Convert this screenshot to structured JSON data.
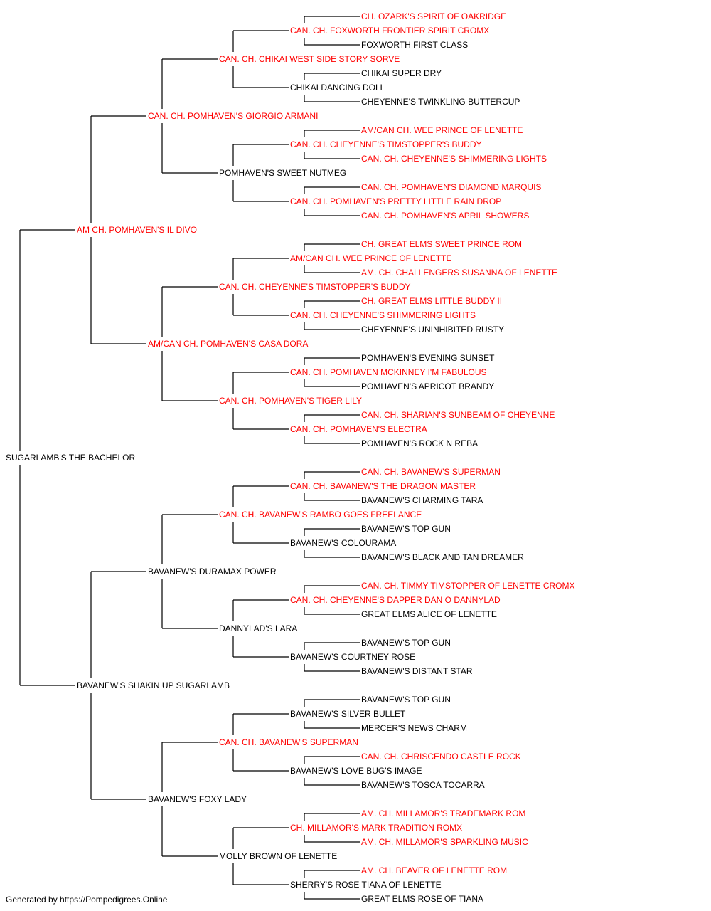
{
  "colors": {
    "champion": "#ff0000",
    "regular": "#000000",
    "line": "#000000"
  },
  "pedigree": {
    "name": "SUGARLAMB'S THE BACHELOR",
    "champion": false,
    "sire": {
      "name": "AM CH. POMHAVEN'S IL DIVO",
      "champion": true,
      "sire": {
        "name": "CAN. CH. POMHAVEN'S GIORGIO ARMANI",
        "champion": true,
        "sire": {
          "name": "CAN. CH. CHIKAI WEST SIDE STORY SORVE",
          "champion": true,
          "sire": {
            "name": "CAN. CH. FOXWORTH FRONTIER SPIRIT CROMX",
            "champion": true,
            "sire": {
              "name": "CH. OZARK'S SPIRIT OF OAKRIDGE",
              "champion": true
            },
            "dam": {
              "name": "FOXWORTH FIRST CLASS",
              "champion": false
            }
          },
          "dam": {
            "name": "CHIKAI DANCING DOLL",
            "champion": false,
            "sire": {
              "name": "CHIKAI SUPER DRY",
              "champion": false
            },
            "dam": {
              "name": "CHEYENNE'S TWINKLING BUTTERCUP",
              "champion": false
            }
          }
        },
        "dam": {
          "name": "POMHAVEN'S SWEET NUTMEG",
          "champion": false,
          "sire": {
            "name": "CAN. CH. CHEYENNE'S TIMSTOPPER'S BUDDY",
            "champion": true,
            "sire": {
              "name": "AM/CAN CH. WEE PRINCE OF LENETTE",
              "champion": true
            },
            "dam": {
              "name": "CAN. CH. CHEYENNE'S SHIMMERING LIGHTS",
              "champion": true
            }
          },
          "dam": {
            "name": "CAN. CH. POMHAVEN'S PRETTY LITTLE RAIN DROP",
            "champion": true,
            "sire": {
              "name": "CAN. CH. POMHAVEN'S DIAMOND MARQUIS",
              "champion": true
            },
            "dam": {
              "name": "CAN. CH. POMHAVEN'S APRIL SHOWERS",
              "champion": true
            }
          }
        }
      },
      "dam": {
        "name": "AM/CAN CH. POMHAVEN'S CASA DORA",
        "champion": true,
        "sire": {
          "name": "CAN. CH. CHEYENNE'S TIMSTOPPER'S BUDDY",
          "champion": true,
          "sire": {
            "name": "AM/CAN CH. WEE PRINCE OF LENETTE",
            "champion": true,
            "sire": {
              "name": "CH. GREAT ELMS SWEET PRINCE ROM",
              "champion": true
            },
            "dam": {
              "name": "AM. CH. CHALLENGERS SUSANNA OF LENETTE",
              "champion": true
            }
          },
          "dam": {
            "name": "CAN. CH. CHEYENNE'S SHIMMERING LIGHTS",
            "champion": true,
            "sire": {
              "name": "CH. GREAT ELMS LITTLE BUDDY II",
              "champion": true
            },
            "dam": {
              "name": "CHEYENNE'S UNINHIBITED RUSTY",
              "champion": false
            }
          }
        },
        "dam": {
          "name": "CAN. CH. POMHAVEN'S TIGER LILY",
          "champion": true,
          "sire": {
            "name": "CAN. CH. POMHAVEN MCKINNEY I'M FABULOUS",
            "champion": true,
            "sire": {
              "name": "POMHAVEN'S EVENING SUNSET",
              "champion": false
            },
            "dam": {
              "name": "POMHAVEN'S APRICOT BRANDY",
              "champion": false
            }
          },
          "dam": {
            "name": "CAN. CH. POMHAVEN'S ELECTRA",
            "champion": true,
            "sire": {
              "name": "CAN. CH. SHARIAN'S SUNBEAM OF CHEYENNE",
              "champion": true
            },
            "dam": {
              "name": "POMHAVEN'S ROCK N REBA",
              "champion": false
            }
          }
        }
      }
    },
    "dam": {
      "name": "BAVANEW'S SHAKIN UP SUGARLAMB",
      "champion": false,
      "sire": {
        "name": "BAVANEW'S DURAMAX POWER",
        "champion": false,
        "sire": {
          "name": "CAN. CH. BAVANEW'S RAMBO GOES FREELANCE",
          "champion": true,
          "sire": {
            "name": "CAN. CH. BAVANEW'S THE DRAGON MASTER",
            "champion": true,
            "sire": {
              "name": "CAN. CH. BAVANEW'S SUPERMAN",
              "champion": true
            },
            "dam": {
              "name": "BAVANEW'S CHARMING TARA",
              "champion": false
            }
          },
          "dam": {
            "name": "BAVANEW'S COLOURAMA",
            "champion": false,
            "sire": {
              "name": "BAVANEW'S TOP GUN",
              "champion": false
            },
            "dam": {
              "name": "BAVANEW'S BLACK AND TAN DREAMER",
              "champion": false
            }
          }
        },
        "dam": {
          "name": "DANNYLAD'S LARA",
          "champion": false,
          "sire": {
            "name": "CAN. CH. CHEYENNE'S DAPPER DAN O DANNYLAD",
            "champion": true,
            "sire": {
              "name": "CAN. CH. TIMMY TIMSTOPPER OF LENETTE CROMX",
              "champion": true
            },
            "dam": {
              "name": "GREAT ELMS ALICE OF LENETTE",
              "champion": false
            }
          },
          "dam": {
            "name": "BAVANEW'S COURTNEY ROSE",
            "champion": false,
            "sire": {
              "name": "BAVANEW'S TOP GUN",
              "champion": false
            },
            "dam": {
              "name": "BAVANEW'S DISTANT STAR",
              "champion": false
            }
          }
        }
      },
      "dam": {
        "name": "BAVANEW'S FOXY LADY",
        "champion": false,
        "sire": {
          "name": "CAN. CH. BAVANEW'S SUPERMAN",
          "champion": true,
          "sire": {
            "name": "BAVANEW'S SILVER BULLET",
            "champion": false,
            "sire": {
              "name": "BAVANEW'S TOP GUN",
              "champion": false
            },
            "dam": {
              "name": "MERCER'S NEWS CHARM",
              "champion": false
            }
          },
          "dam": {
            "name": "BAVANEW'S LOVE BUG'S IMAGE",
            "champion": false,
            "sire": {
              "name": "CAN. CH. CHRISCENDO CASTLE ROCK",
              "champion": true
            },
            "dam": {
              "name": "BAVANEW'S TOSCA TOCARRA",
              "champion": false
            }
          }
        },
        "dam": {
          "name": "MOLLY BROWN OF LENETTE",
          "champion": false,
          "sire": {
            "name": "CH. MILLAMOR'S MARK TRADITION ROMX",
            "champion": true,
            "sire": {
              "name": "AM. CH. MILLAMOR'S TRADEMARK ROM",
              "champion": true
            },
            "dam": {
              "name": "AM. CH. MILLAMOR'S SPARKLING MUSIC",
              "champion": true
            }
          },
          "dam": {
            "name": "SHERRY'S ROSE TIANA OF LENETTE",
            "champion": false,
            "sire": {
              "name": "AM. CH. BEAVER OF LENETTE ROM",
              "champion": true
            },
            "dam": {
              "name": "GREAT ELMS ROSE OF TIANA",
              "champion": false
            }
          }
        }
      }
    }
  },
  "footer": {
    "text": "Generated by https://Pompedigrees.Online"
  }
}
